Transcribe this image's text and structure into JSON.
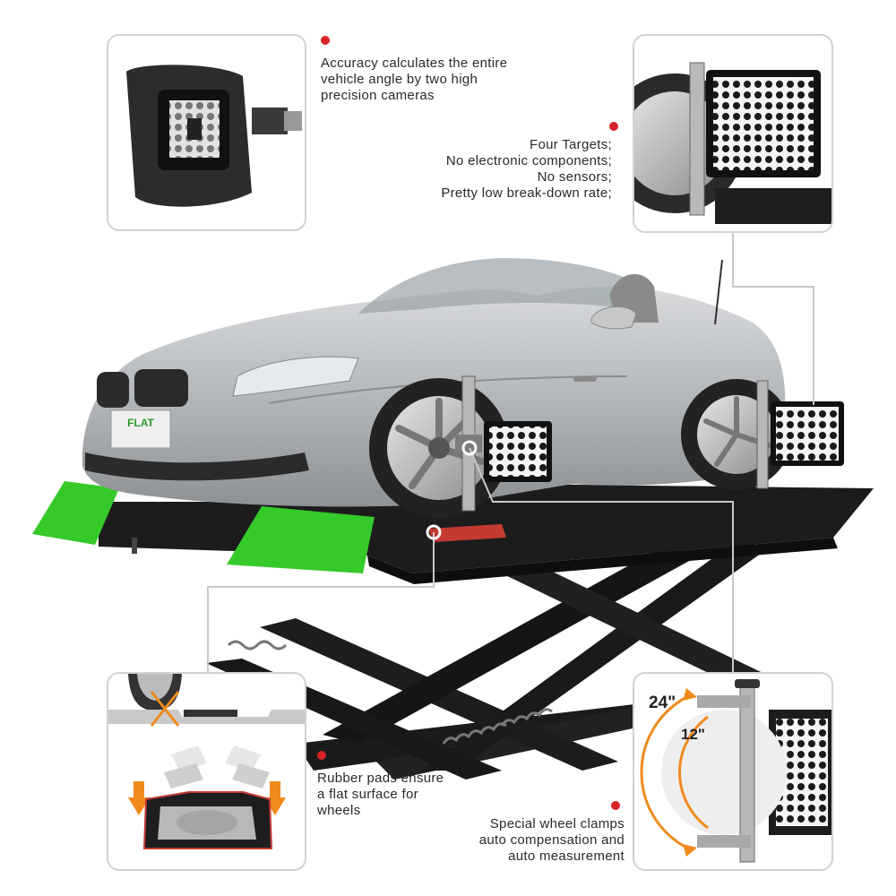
{
  "callouts": {
    "cameras": {
      "lines": [
        "Accuracy calculates the entire",
        "vehicle angle by two high",
        "precision cameras"
      ]
    },
    "targets": {
      "lines": [
        "Four Targets;",
        "No electronic components;",
        "No sensors;",
        "Pretty low break-down rate;"
      ]
    },
    "pads": {
      "lines": [
        "Rubber pads ensure",
        "a flat surface for",
        "wheels"
      ]
    },
    "clamps": {
      "lines": [
        "Special wheel clamps",
        "auto compensation and",
        "auto measurement"
      ]
    }
  },
  "clamp_dims": {
    "outer": "24\"",
    "inner": "12\""
  },
  "car_plate_text": "FLAT",
  "colors": {
    "accent_red": "#d8232a",
    "ramp_green": "#35c92a",
    "arrow_orange": "#f08a1c",
    "lift_black": "#1b1b1b",
    "car_silver": "#b9bcbf",
    "panel_border": "#d2d2d2"
  }
}
